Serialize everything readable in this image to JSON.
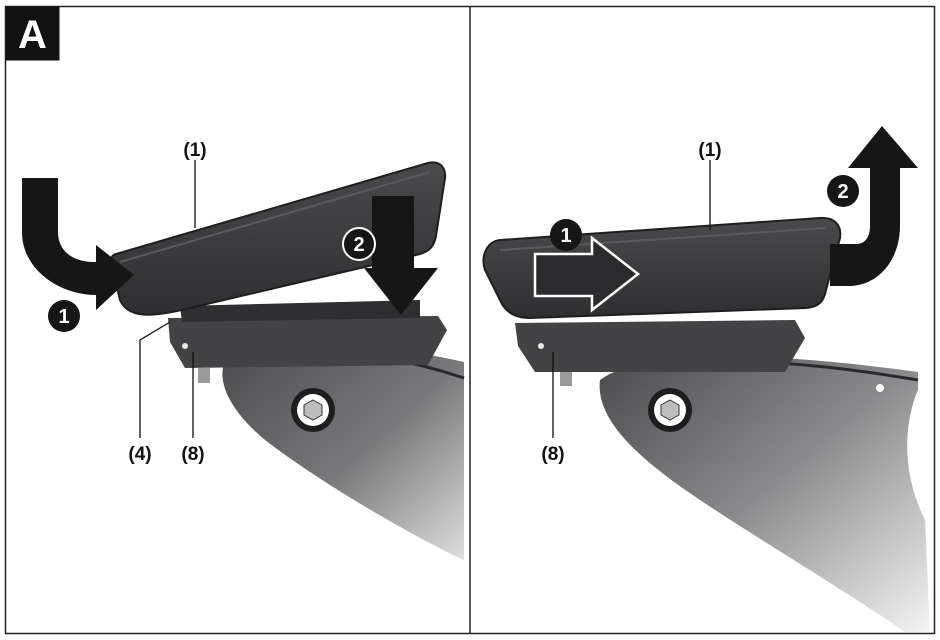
{
  "figure_tag": "A",
  "left_panel": {
    "labels": [
      "(1)",
      "(4)",
      "(8)"
    ],
    "steps": [
      "1",
      "2"
    ]
  },
  "right_panel": {
    "labels": [
      "(1)",
      "(8)"
    ],
    "steps": [
      "1",
      "2"
    ]
  },
  "colors": {
    "display": "#3a3a3c",
    "mount": "#444446",
    "arm": "#5b5b5d",
    "arrow": "#161616",
    "badge": "#161616"
  }
}
